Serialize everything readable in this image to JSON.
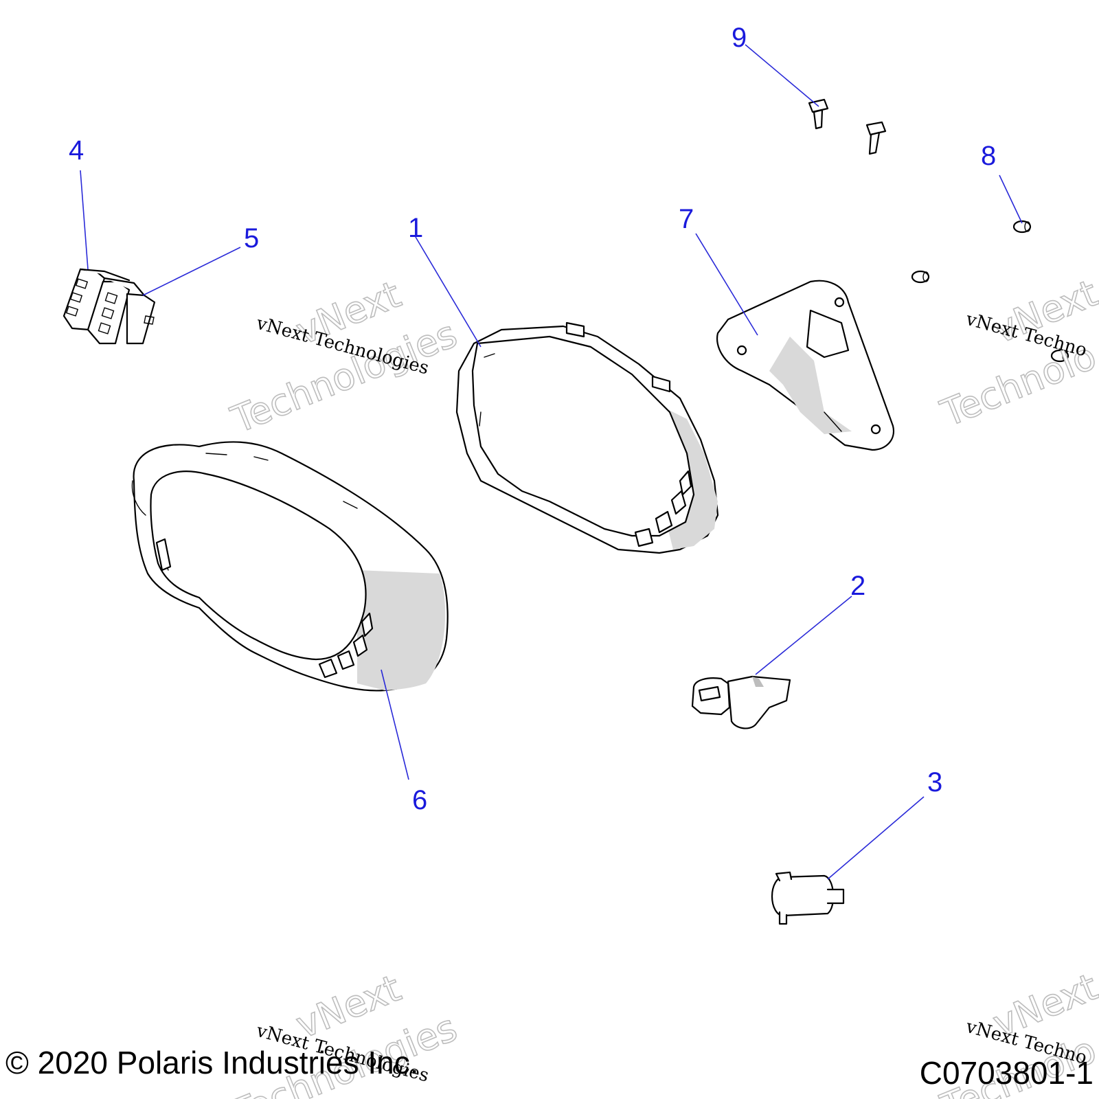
{
  "callouts": [
    {
      "label": "1"
    },
    {
      "label": "2"
    },
    {
      "label": "3"
    },
    {
      "label": "4"
    },
    {
      "label": "5"
    },
    {
      "label": "6"
    },
    {
      "label": "7"
    },
    {
      "label": "8"
    },
    {
      "label": "9"
    }
  ],
  "watermark": {
    "line": "vNext Technologies",
    "line_clipped": "vNext Techno",
    "word1": "vNext",
    "word2": "Technologies",
    "word2_clipped": "Technolo"
  },
  "footer": {
    "copyright": "© 2020 Polaris Industries Inc.",
    "drawing_id": "C0703801-1"
  }
}
